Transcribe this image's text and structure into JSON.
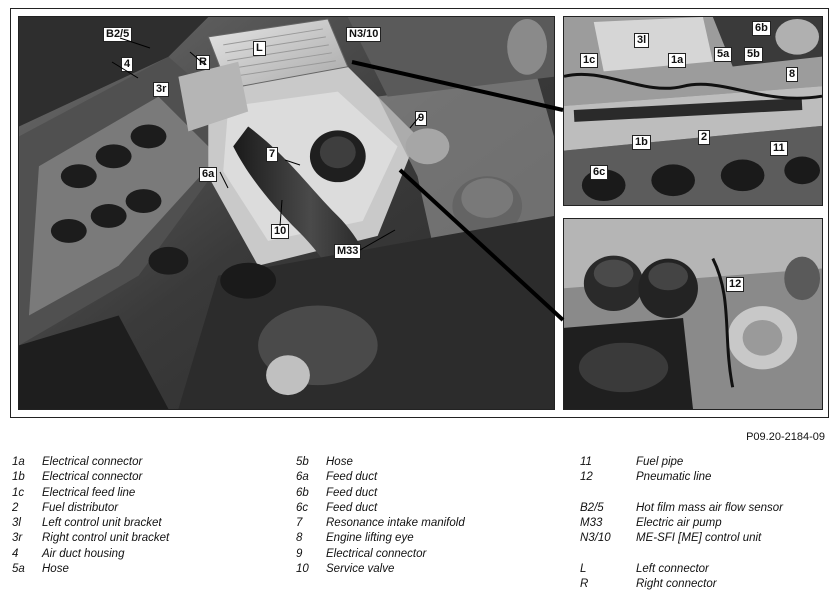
{
  "figure_id": "P09.20-2184-09",
  "callouts": {
    "main": [
      "B2/5",
      "4",
      "R",
      "L",
      "N3/10",
      "3r",
      "9",
      "7",
      "6a",
      "10",
      "M33"
    ],
    "inset_top": [
      "3l",
      "1a",
      "1c",
      "6b",
      "5a",
      "5b",
      "8",
      "2",
      "1b",
      "11",
      "6c"
    ],
    "inset_bottom": [
      "12"
    ]
  },
  "legend": {
    "col1": [
      {
        "key": "1a",
        "label": "Electrical connector"
      },
      {
        "key": "1b",
        "label": "Electrical connector"
      },
      {
        "key": "1c",
        "label": "Electrical feed line"
      },
      {
        "key": "2",
        "label": "Fuel distributor"
      },
      {
        "key": "3l",
        "label": "Left control unit bracket"
      },
      {
        "key": "3r",
        "label": "Right control unit bracket"
      },
      {
        "key": "4",
        "label": "Air duct housing"
      },
      {
        "key": "5a",
        "label": "Hose"
      }
    ],
    "col2": [
      {
        "key": "5b",
        "label": "Hose"
      },
      {
        "key": "6a",
        "label": "Feed duct"
      },
      {
        "key": "6b",
        "label": "Feed duct"
      },
      {
        "key": "6c",
        "label": "Feed duct"
      },
      {
        "key": "7",
        "label": "Resonance intake manifold"
      },
      {
        "key": "8",
        "label": "Engine lifting eye"
      },
      {
        "key": "9",
        "label": "Electrical connector"
      },
      {
        "key": "10",
        "label": "Service valve"
      }
    ],
    "col3a": [
      {
        "key": "11",
        "label": "Fuel pipe"
      },
      {
        "key": "12",
        "label": "Pneumatic line"
      }
    ],
    "col3b": [
      {
        "key": "B2/5",
        "label": "Hot film mass air flow sensor"
      },
      {
        "key": "M33",
        "label": "Electric air pump"
      },
      {
        "key": "N3/10",
        "label": "ME-SFI [ME] control unit"
      }
    ],
    "col3c": [
      {
        "key": "L",
        "label": "Left connector"
      },
      {
        "key": "R",
        "label": "Right connector"
      }
    ]
  }
}
